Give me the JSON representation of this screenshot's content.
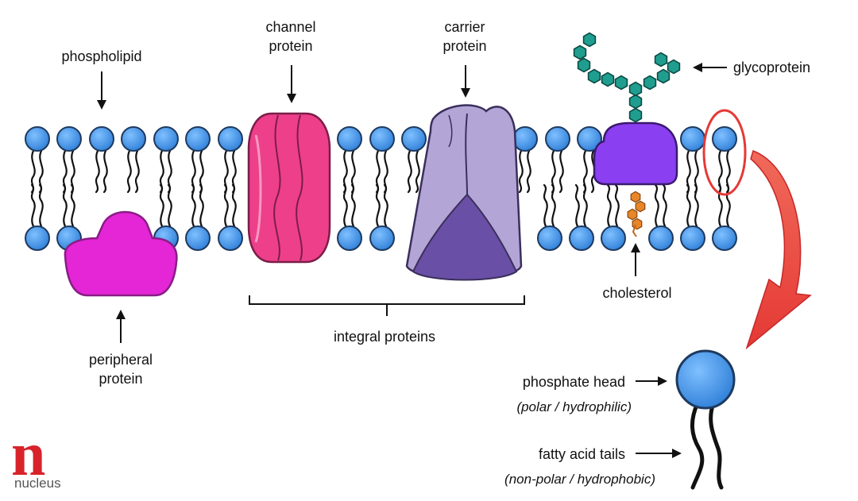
{
  "labels": {
    "phospholipid": "phospholipid",
    "channel_protein": [
      "channel",
      "protein"
    ],
    "carrier_protein": [
      "carrier",
      "protein"
    ],
    "glycoprotein": "glycoprotein",
    "peripheral_protein": [
      "peripheral",
      "protein"
    ],
    "integral_proteins": "integral proteins",
    "cholesterol": "cholesterol",
    "phosphate_head": "phosphate head",
    "phosphate_head_note": "(polar / hydrophilic)",
    "fatty_acid_tails": "fatty acid tails",
    "fatty_acid_tails_note": "(non-polar / hydrophobic)"
  },
  "logo": {
    "letter": "n",
    "text": "nucleus"
  },
  "colors": {
    "phospholipid_head": "#3a8ee6",
    "channel_protein": "#ee3f8a",
    "carrier_protein": "#b3a6d6",
    "carrier_protein_dark": "#6a4fa6",
    "glycoprotein_body": "#8a3ff0",
    "glycoprotein_chain": "#1f9e8f",
    "peripheral_protein": "#e426d6",
    "cholesterol": "#e8862a",
    "highlight": "#e53935",
    "logo": "#d8232a"
  }
}
